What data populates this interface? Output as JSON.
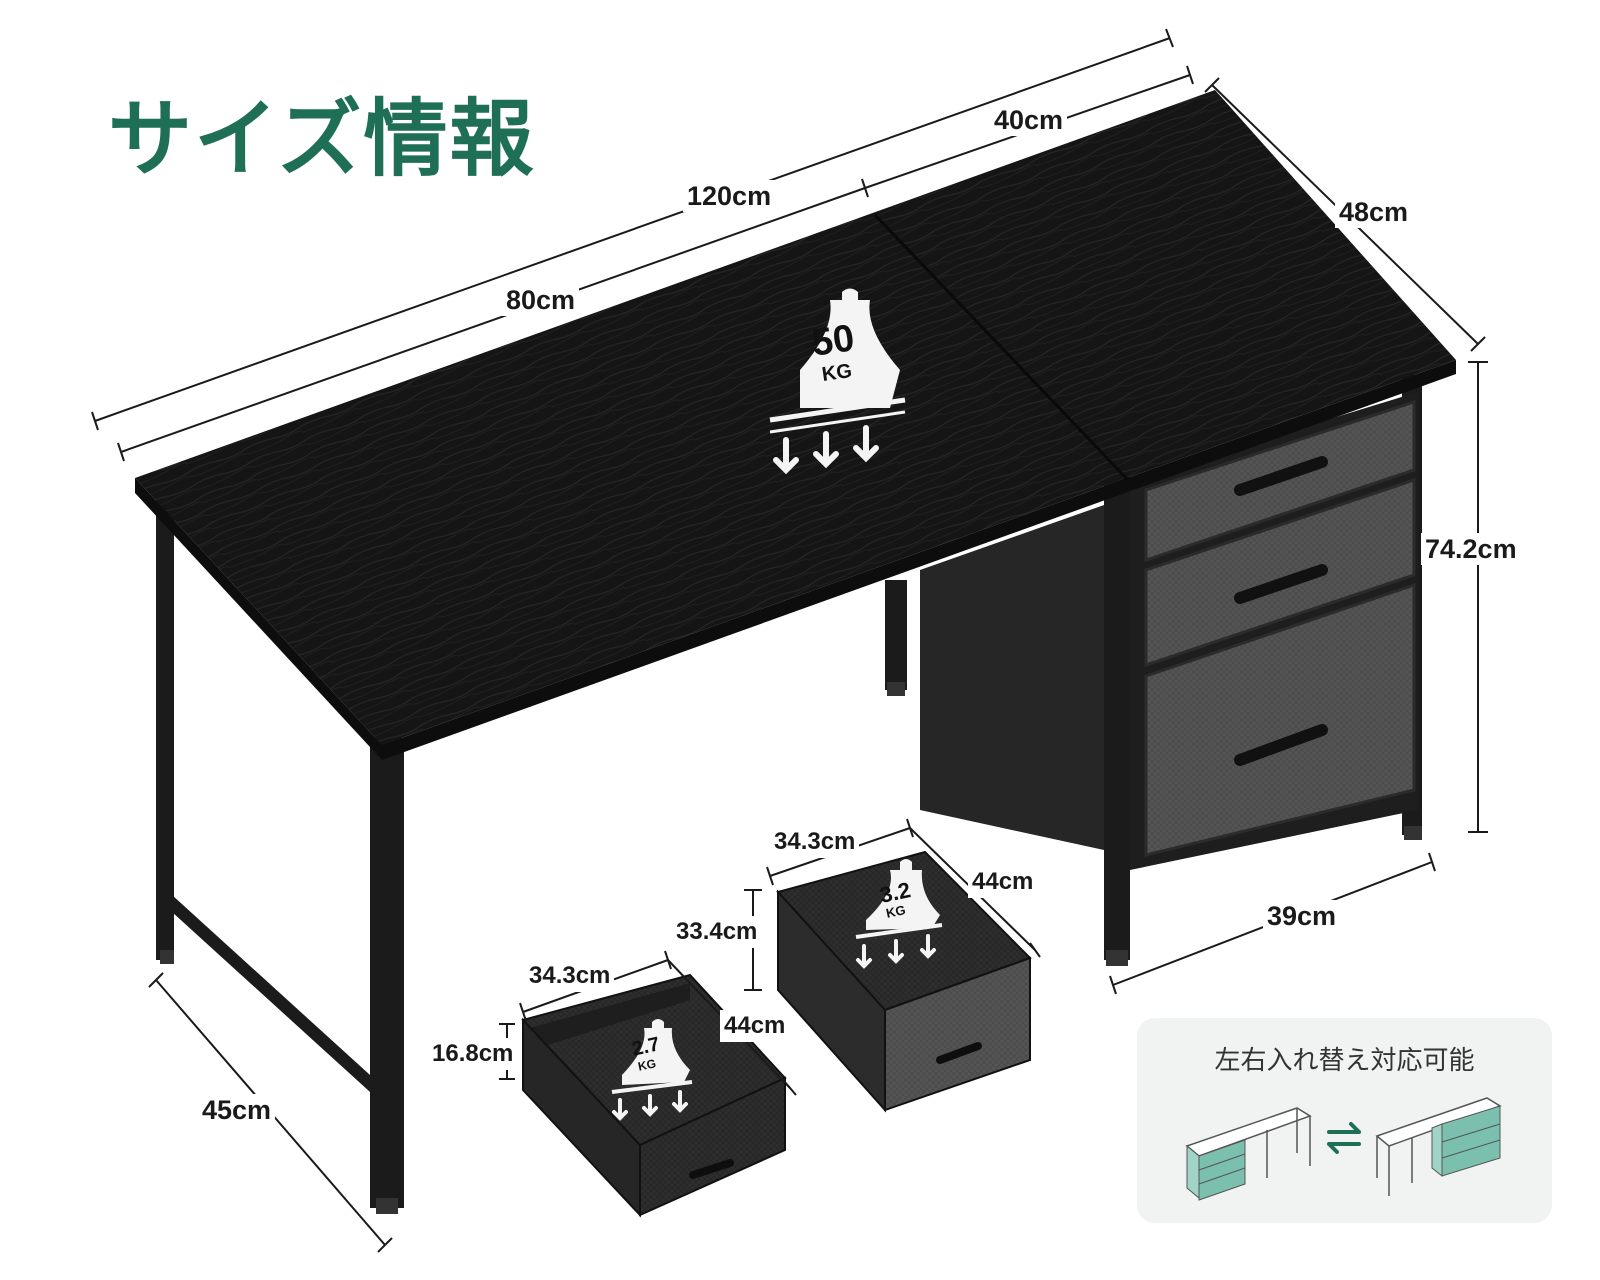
{
  "title": "サイズ情報",
  "desk": {
    "weight_badge": {
      "value": "50",
      "unit": "KG"
    }
  },
  "dimensions": {
    "total_length": "120cm",
    "left_section": "80cm",
    "right_section": "40cm",
    "depth_right": "48cm",
    "height": "74.2cm",
    "depth_left": "45cm",
    "cabinet_depth": "39cm"
  },
  "large_drawer": {
    "width": "34.3cm",
    "depth": "44cm",
    "height": "33.4cm",
    "weight_badge": {
      "value": "3.2",
      "unit": "KG"
    }
  },
  "small_drawer": {
    "width": "34.3cm",
    "depth": "44cm",
    "height": "16.8cm",
    "weight_badge": {
      "value": "2.7",
      "unit": "KG"
    }
  },
  "reversible": {
    "caption": "左右入れ替え対応可能",
    "accent_color": "#7bbfae"
  },
  "colors": {
    "title": "#1f6f57",
    "desktop": "#141414",
    "frame": "#1b1b1b",
    "fabric": "#4a4a4a"
  }
}
